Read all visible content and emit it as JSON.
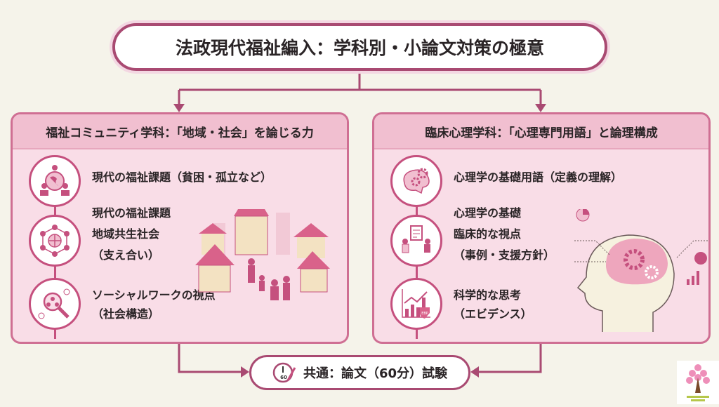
{
  "title": "法政現代福祉編入：学科別・小論文対策の極意",
  "left": {
    "header": "福祉コミュニティ学科：「地域・社会」を論じる力",
    "items": [
      {
        "icon": "globe-community-icon",
        "lines": [
          "現代の福祉課題（貧困・孤立など）"
        ]
      },
      {
        "icon": "network-globe-icon",
        "lines": [
          "現代の福祉課題",
          "地域共生社会",
          "（支え合い）"
        ]
      },
      {
        "icon": "magnifier-people-icon",
        "lines": [
          "ソーシャルワークの視点",
          "（社会構造）"
        ]
      }
    ],
    "illustration": "town-community-illustration"
  },
  "right": {
    "header": "臨床心理学科：「心理専門用語」と論理構成",
    "items": [
      {
        "icon": "brain-gears-icon",
        "lines": [
          "心理学の基礎用語（定義の理解）"
        ]
      },
      {
        "icon": "counseling-icon",
        "lines": [
          "心理学の基礎",
          "臨床的な視点",
          "（事例・支援方針）"
        ]
      },
      {
        "icon": "ebp-chart-icon",
        "lines": [
          "科学的な思考",
          "（エビデンス）"
        ],
        "badge": "EBP"
      }
    ],
    "illustration": "head-brain-illustration"
  },
  "bottom": {
    "icon": "clock-pen-icon",
    "clock_label": "60",
    "label": "共通：論文（60分）試験"
  },
  "logo": {
    "name": "tree-logo"
  },
  "colors": {
    "accent": "#a94a72",
    "pink": "#c5507e",
    "panel": "#f9dde7",
    "header": "#f1bfd0"
  }
}
